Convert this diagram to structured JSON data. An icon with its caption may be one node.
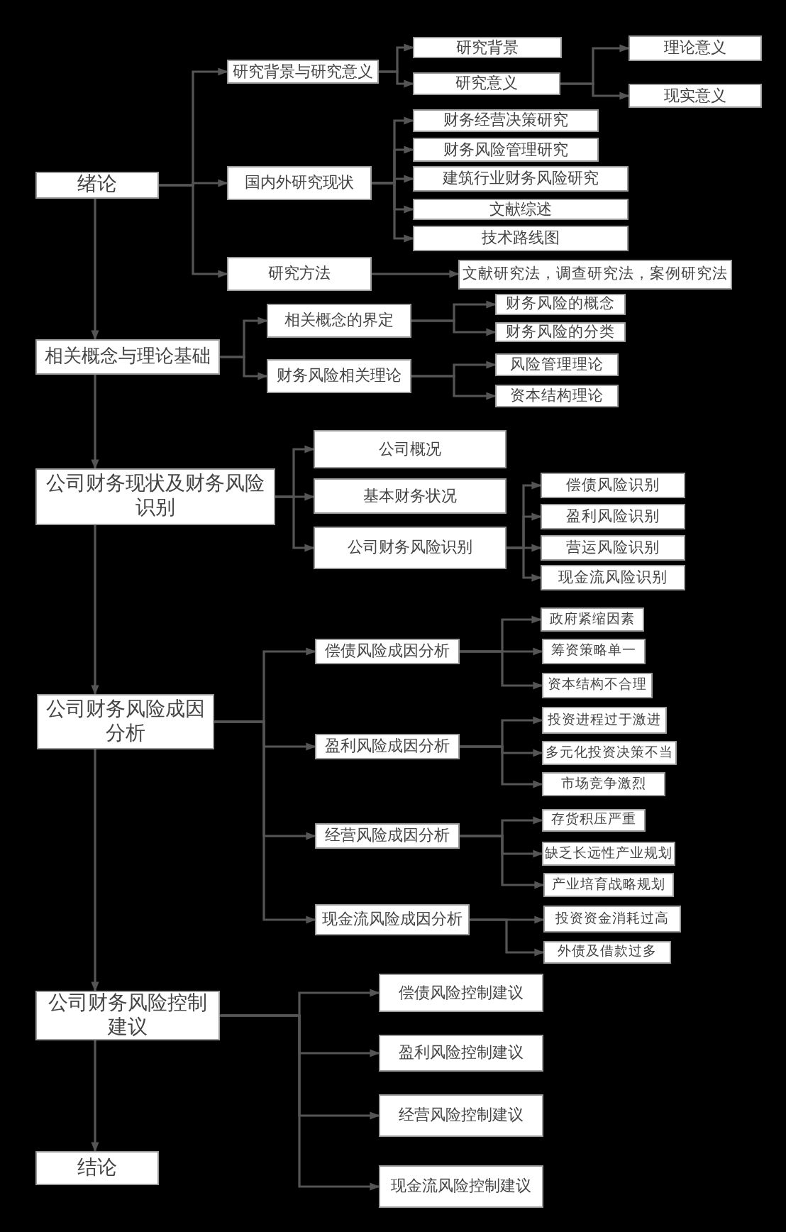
{
  "diagram": {
    "nodes": [
      {
        "text": [
          "绪论"
        ]
      },
      {
        "text": [
          "研究背景与研究意义"
        ]
      },
      {
        "text": [
          "研究背景"
        ]
      },
      {
        "text": [
          "研究意义"
        ]
      },
      {
        "text": [
          "理论意义"
        ]
      },
      {
        "text": [
          "现实意义"
        ]
      },
      {
        "text": [
          "国内外研究现状"
        ]
      },
      {
        "text": [
          "财务经营决策研究"
        ]
      },
      {
        "text": [
          "财务风险管理研究"
        ]
      },
      {
        "text": [
          "建筑行业财务风险研究"
        ]
      },
      {
        "text": [
          "文献综述"
        ]
      },
      {
        "text": [
          "技术路线图"
        ]
      },
      {
        "text": [
          "研究方法"
        ]
      },
      {
        "text": [
          "文献研究法，调查研究法，案例研究法"
        ]
      },
      {
        "text": [
          "相关概念与理论基础"
        ]
      },
      {
        "text": [
          "相关概念的界定"
        ]
      },
      {
        "text": [
          "财务风险相关理论"
        ]
      },
      {
        "text": [
          "财务风险的概念"
        ]
      },
      {
        "text": [
          "财务风险的分类"
        ]
      },
      {
        "text": [
          "风险管理理论"
        ]
      },
      {
        "text": [
          "资本结构理论"
        ]
      },
      {
        "text": [
          "公司财务现状及财务风险识别"
        ]
      },
      {
        "text": [
          "公司概况"
        ]
      },
      {
        "text": [
          "基本财务状况"
        ]
      },
      {
        "text": [
          "公司财务风险识别"
        ]
      },
      {
        "text": [
          "偿债风险识别"
        ]
      },
      {
        "text": [
          "盈利风险识别"
        ]
      },
      {
        "text": [
          "营运风险识别"
        ]
      },
      {
        "text": [
          "现金流风险识别"
        ]
      },
      {
        "text": [
          "公司财务风险成因分析"
        ]
      },
      {
        "text": [
          "偿债风险成因分析"
        ]
      },
      {
        "text": [
          "盈利风险成因分析"
        ]
      },
      {
        "text": [
          "经营风险成因分析"
        ]
      },
      {
        "text": [
          "现金流风险成因分析"
        ]
      },
      {
        "text": [
          "政府紧缩因素"
        ]
      },
      {
        "text": [
          "筹资策略单一"
        ]
      },
      {
        "text": [
          "资本结构不合理"
        ]
      },
      {
        "text": [
          "投资进程过于激进"
        ]
      },
      {
        "text": [
          "多元化投资决策不当"
        ]
      },
      {
        "text": [
          "市场竞争激烈"
        ]
      },
      {
        "text": [
          "存货积压严重"
        ]
      },
      {
        "text": [
          "缺乏长远性产业规划"
        ]
      },
      {
        "text": [
          "产业培育战略规划"
        ]
      },
      {
        "text": [
          "投资资金消耗过高"
        ]
      },
      {
        "text": [
          "外债及借款过多"
        ]
      },
      {
        "text": [
          "公司财务风险控制建议"
        ]
      },
      {
        "text": [
          "偿债风险控制建议"
        ]
      },
      {
        "text": [
          "盈利风险控制建议"
        ]
      },
      {
        "text": [
          "经营风险控制建议"
        ]
      },
      {
        "text": [
          "现金流风险控制建议"
        ]
      },
      {
        "text": [
          "结论"
        ]
      }
    ],
    "edges": [
      {
        "from": 0,
        "to": 1,
        "arrow": "to"
      },
      {
        "from": 0,
        "to": 6,
        "arrow": "to"
      },
      {
        "from": 0,
        "to": 12,
        "arrow": "to"
      },
      {
        "from": 1,
        "to": 2,
        "arrow": "to"
      },
      {
        "from": 1,
        "to": 3,
        "arrow": "to"
      },
      {
        "from": 3,
        "to": 4,
        "arrow": "to"
      },
      {
        "from": 3,
        "to": 5,
        "arrow": "to"
      },
      {
        "from": 6,
        "to": 7,
        "arrow": "to"
      },
      {
        "from": 6,
        "to": 8,
        "arrow": "to"
      },
      {
        "from": 6,
        "to": 9,
        "arrow": "to"
      },
      {
        "from": 6,
        "to": 10,
        "arrow": "to"
      },
      {
        "from": 6,
        "to": 11,
        "arrow": "to"
      },
      {
        "from": 12,
        "to": 13,
        "arrow": "to"
      },
      {
        "from": 0,
        "to": 14,
        "arrow": "to"
      },
      {
        "from": 14,
        "to": 15,
        "arrow": "to"
      },
      {
        "from": 14,
        "to": 16,
        "arrow": "to"
      },
      {
        "from": 15,
        "to": 17,
        "arrow": "to"
      },
      {
        "from": 15,
        "to": 18,
        "arrow": "to"
      },
      {
        "from": 16,
        "to": 19,
        "arrow": "to"
      },
      {
        "from": 16,
        "to": 20,
        "arrow": "to"
      },
      {
        "from": 14,
        "to": 21,
        "arrow": "to"
      },
      {
        "from": 21,
        "to": 22,
        "arrow": "to"
      },
      {
        "from": 21,
        "to": 23,
        "arrow": "to"
      },
      {
        "from": 21,
        "to": 24,
        "arrow": "to"
      },
      {
        "from": 24,
        "to": 25,
        "arrow": "to"
      },
      {
        "from": 24,
        "to": 26,
        "arrow": "to"
      },
      {
        "from": 24,
        "to": 27,
        "arrow": "to"
      },
      {
        "from": 24,
        "to": 28,
        "arrow": "to"
      },
      {
        "from": 21,
        "to": 29,
        "arrow": "to"
      },
      {
        "from": 29,
        "to": 30,
        "arrow": "to"
      },
      {
        "from": 29,
        "to": 31,
        "arrow": "to"
      },
      {
        "from": 29,
        "to": 32,
        "arrow": "to"
      },
      {
        "from": 29,
        "to": 33,
        "arrow": "to"
      },
      {
        "from": 30,
        "to": 34,
        "arrow": "to"
      },
      {
        "from": 30,
        "to": 35,
        "arrow": "to"
      },
      {
        "from": 30,
        "to": 36,
        "arrow": "to"
      },
      {
        "from": 31,
        "to": 37,
        "arrow": "to"
      },
      {
        "from": 31,
        "to": 38,
        "arrow": "to"
      },
      {
        "from": 31,
        "to": 39,
        "arrow": "to"
      },
      {
        "from": 32,
        "to": 40,
        "arrow": "to"
      },
      {
        "from": 32,
        "to": 41,
        "arrow": "to"
      },
      {
        "from": 32,
        "to": 42,
        "arrow": "to"
      },
      {
        "from": 33,
        "to": 43,
        "arrow": "to"
      },
      {
        "from": 33,
        "to": 44,
        "arrow": "to"
      },
      {
        "from": 29,
        "to": 45,
        "arrow": "to"
      },
      {
        "from": 45,
        "to": 46,
        "arrow": "to"
      },
      {
        "from": 45,
        "to": 47,
        "arrow": "to"
      },
      {
        "from": 45,
        "to": 48,
        "arrow": "to"
      },
      {
        "from": 45,
        "to": 49,
        "arrow": "to"
      },
      {
        "from": 45,
        "to": 50,
        "arrow": "to"
      }
    ]
  }
}
